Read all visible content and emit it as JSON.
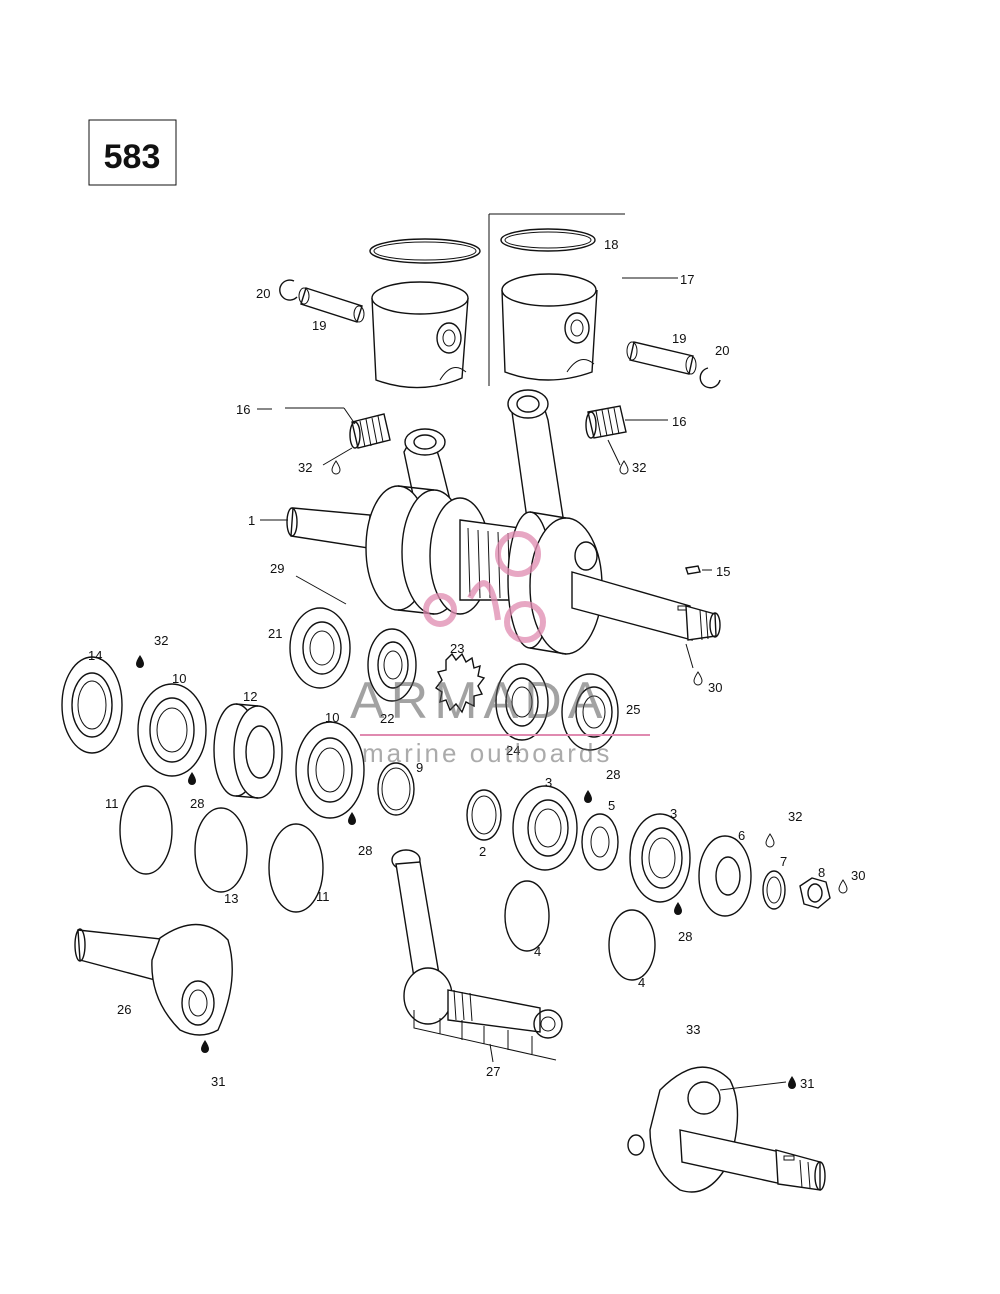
{
  "engine_code": "583",
  "watermark": {
    "brand": "ARMADA",
    "tagline": "marine outboards",
    "accent_color": "#e08ab0"
  },
  "callouts": [
    "1",
    "2",
    "3",
    "3",
    "4",
    "4",
    "5",
    "6",
    "7",
    "8",
    "9",
    "10",
    "10",
    "11",
    "11",
    "12",
    "13",
    "14",
    "15",
    "16",
    "16",
    "17",
    "18",
    "19",
    "19",
    "20",
    "20",
    "21",
    "22",
    "23",
    "24",
    "25",
    "26",
    "27",
    "28",
    "28",
    "28",
    "28",
    "29",
    "30",
    "30",
    "31",
    "31",
    "32",
    "32",
    "32",
    "32",
    "33"
  ],
  "icons": {
    "lubricant": "oil-drop-icon"
  }
}
